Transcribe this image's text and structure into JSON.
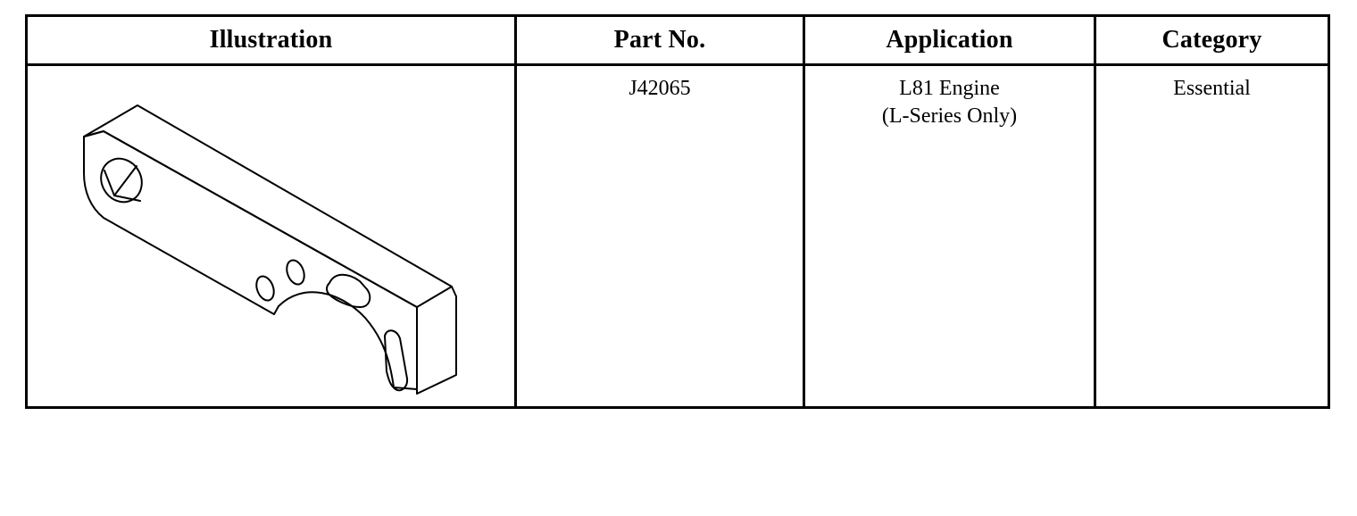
{
  "table": {
    "headers": {
      "illustration": "Illustration",
      "part_no": "Part No.",
      "application": "Application",
      "category": "Category"
    },
    "rows": [
      {
        "illustration_icon": "engine-bracket-tool-illustration",
        "part_no": "J42065",
        "application_line1": "L81 Engine",
        "application_line2": "(L-Series Only)",
        "category": "Essential"
      }
    ]
  }
}
